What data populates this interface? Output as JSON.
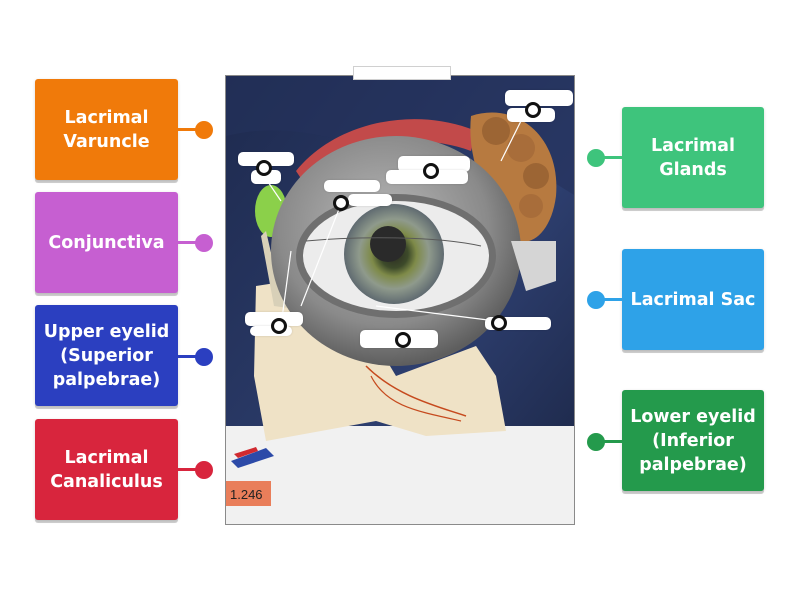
{
  "labels": {
    "left": [
      {
        "text": "Lacrimal Varuncle",
        "color": "#f07a0a"
      },
      {
        "text": "Conjunctiva",
        "color": "#c65fd1"
      },
      {
        "text": "Upper eyelid (Superior palpebrae)",
        "color": "#2b3fc0"
      },
      {
        "text": "Lacrimal Canaliculus",
        "color": "#d8253d"
      }
    ],
    "right": [
      {
        "text": "Lacrimal Glands",
        "color": "#3ec47c"
      },
      {
        "text": "Lacrimal Sac",
        "color": "#2ea2e8"
      },
      {
        "text": "Lower eyelid (Inferior palpebrae)",
        "color": "#249a4c"
      }
    ]
  },
  "photo": {
    "model_number": "1.246",
    "description_icon": "anatomical-eye-model-image"
  }
}
